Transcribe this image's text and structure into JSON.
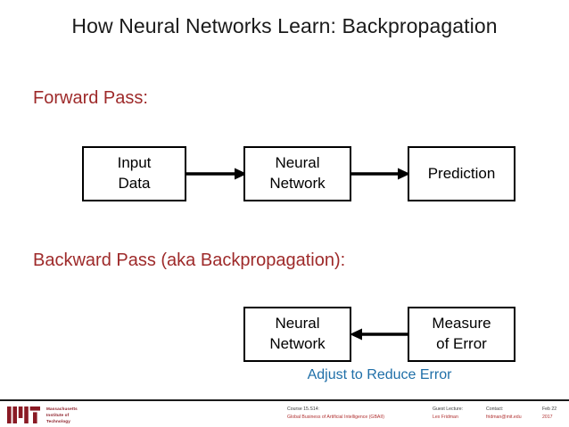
{
  "slide": {
    "title": "How Neural Networks Learn: Backpropagation",
    "colors": {
      "heading_red": "#9e2a2a",
      "caption_blue": "#1f6fa8",
      "mit_red": "#8a1a24",
      "box_border": "#000000",
      "title_text": "#1a1a1a"
    }
  },
  "forward": {
    "heading": "Forward Pass:",
    "boxes": [
      {
        "line1": "Input",
        "line2": "Data"
      },
      {
        "line1": "Neural",
        "line2": "Network"
      },
      {
        "line1": "Prediction",
        "line2": ""
      }
    ]
  },
  "backward": {
    "heading": "Backward Pass (aka Backpropagation):",
    "boxes": [
      {
        "line1": "Neural",
        "line2": "Network"
      },
      {
        "line1": "Measure",
        "line2": "of Error"
      }
    ],
    "caption": "Adjust to Reduce Error"
  },
  "footer": {
    "logo": {
      "line1": "Massachusetts",
      "line2": "Institute of",
      "line3": "Technology"
    },
    "course": {
      "label": "Course 15.S14:",
      "value": "Global Business of Artificial Intelligence (GBAII)"
    },
    "lecture": {
      "label": "Guest Lecture:",
      "value": "Lex Fridman"
    },
    "contact": {
      "label": "Contact:",
      "value": "fridman@mit.edu"
    },
    "date": {
      "label": "Feb 22",
      "value": "2017"
    }
  }
}
